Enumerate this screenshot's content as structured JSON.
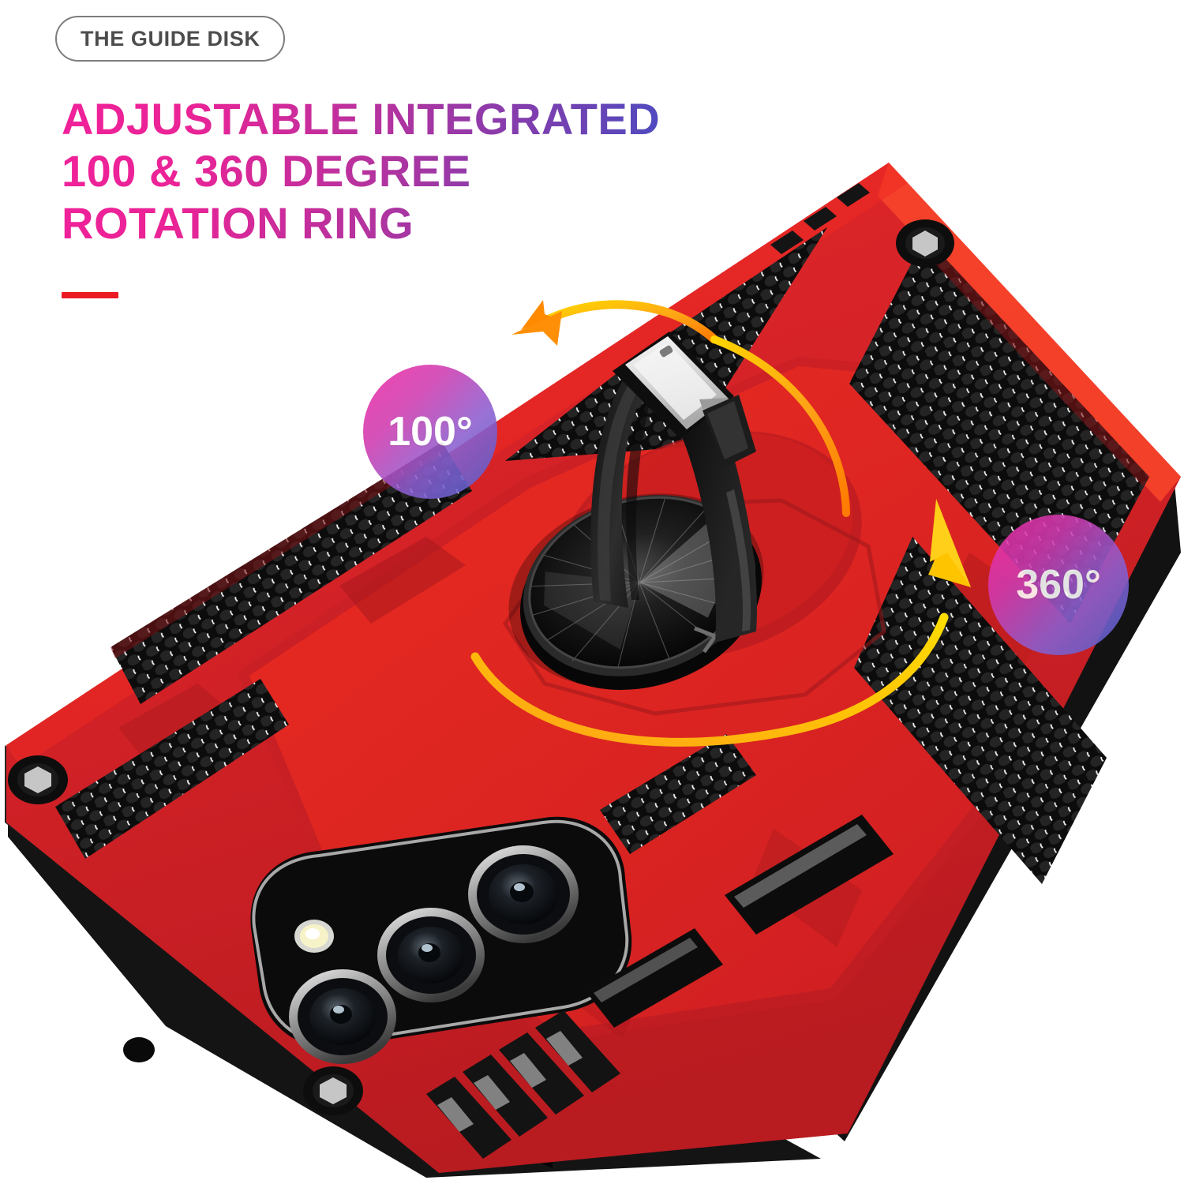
{
  "header": {
    "eyebrow": "THE GUIDE DISK",
    "headline": "ADJUSTABLE INTEGRATED\n100 & 360 DEGREE\nROTATION RING",
    "accent_bar_color": "#ec1b23",
    "headline_gradient_from": "#f0229a",
    "headline_gradient_to": "#1f54c4"
  },
  "badges": {
    "tilt": {
      "label": "100°",
      "gradient_from": "#ef2ba3",
      "gradient_to": "#4f63cf"
    },
    "spin": {
      "label": "360°",
      "gradient_from": "#ef2ba3",
      "gradient_to": "#4f63cf"
    }
  },
  "arrows": {
    "tilt_arrow": {
      "name": "orange-curved-arrow",
      "color": "#ff8c00",
      "direction": "down-left"
    },
    "spin_arrow": {
      "name": "yellow-curved-arrow",
      "color": "#ffc400",
      "direction": "up-right"
    }
  },
  "product": {
    "name": "rugged-phone-case-with-ring-kickstand",
    "body_color": "#d42227",
    "body_highlight": "#f4261a",
    "body_shadow": "#8e1418",
    "texture_color": "#1b1b1b",
    "ring_color": "#141414",
    "ring_chrome": "#e6e6e6",
    "disc_color": "#0e0e0e",
    "camera_count": 3,
    "flash": 1,
    "hex_screws": 3,
    "side_buttons": 2
  }
}
